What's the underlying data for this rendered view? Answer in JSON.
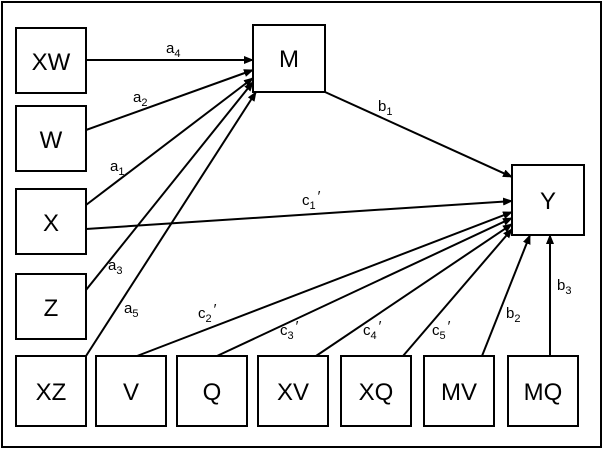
{
  "nodes": {
    "XW": "XW",
    "W": "W",
    "X": "X",
    "Z": "Z",
    "XZ": "XZ",
    "V": "V",
    "Q": "Q",
    "XV": "XV",
    "XQ": "XQ",
    "MV": "MV",
    "MQ": "MQ",
    "M": "M",
    "Y": "Y"
  },
  "edges": [
    {
      "from": "XW",
      "to": "M",
      "label": "a",
      "sub": "4",
      "prime": false
    },
    {
      "from": "W",
      "to": "M",
      "label": "a",
      "sub": "2",
      "prime": false
    },
    {
      "from": "X",
      "to": "M",
      "label": "a",
      "sub": "1",
      "prime": false
    },
    {
      "from": "Z",
      "to": "M",
      "label": "a",
      "sub": "3",
      "prime": false
    },
    {
      "from": "XZ",
      "to": "M",
      "label": "a",
      "sub": "5",
      "prime": false
    },
    {
      "from": "M",
      "to": "Y",
      "label": "b",
      "sub": "1",
      "prime": false
    },
    {
      "from": "X",
      "to": "Y",
      "label": "c",
      "sub": "1",
      "prime": true
    },
    {
      "from": "V",
      "to": "Y",
      "label": "c",
      "sub": "2",
      "prime": true
    },
    {
      "from": "Q",
      "to": "Y",
      "label": "c",
      "sub": "3",
      "prime": true
    },
    {
      "from": "XV",
      "to": "Y",
      "label": "c",
      "sub": "4",
      "prime": true
    },
    {
      "from": "XQ",
      "to": "Y",
      "label": "c",
      "sub": "5",
      "prime": true
    },
    {
      "from": "MV",
      "to": "Y",
      "label": "b",
      "sub": "2",
      "prime": false
    },
    {
      "from": "MQ",
      "to": "Y",
      "label": "b",
      "sub": "3",
      "prime": false
    }
  ]
}
